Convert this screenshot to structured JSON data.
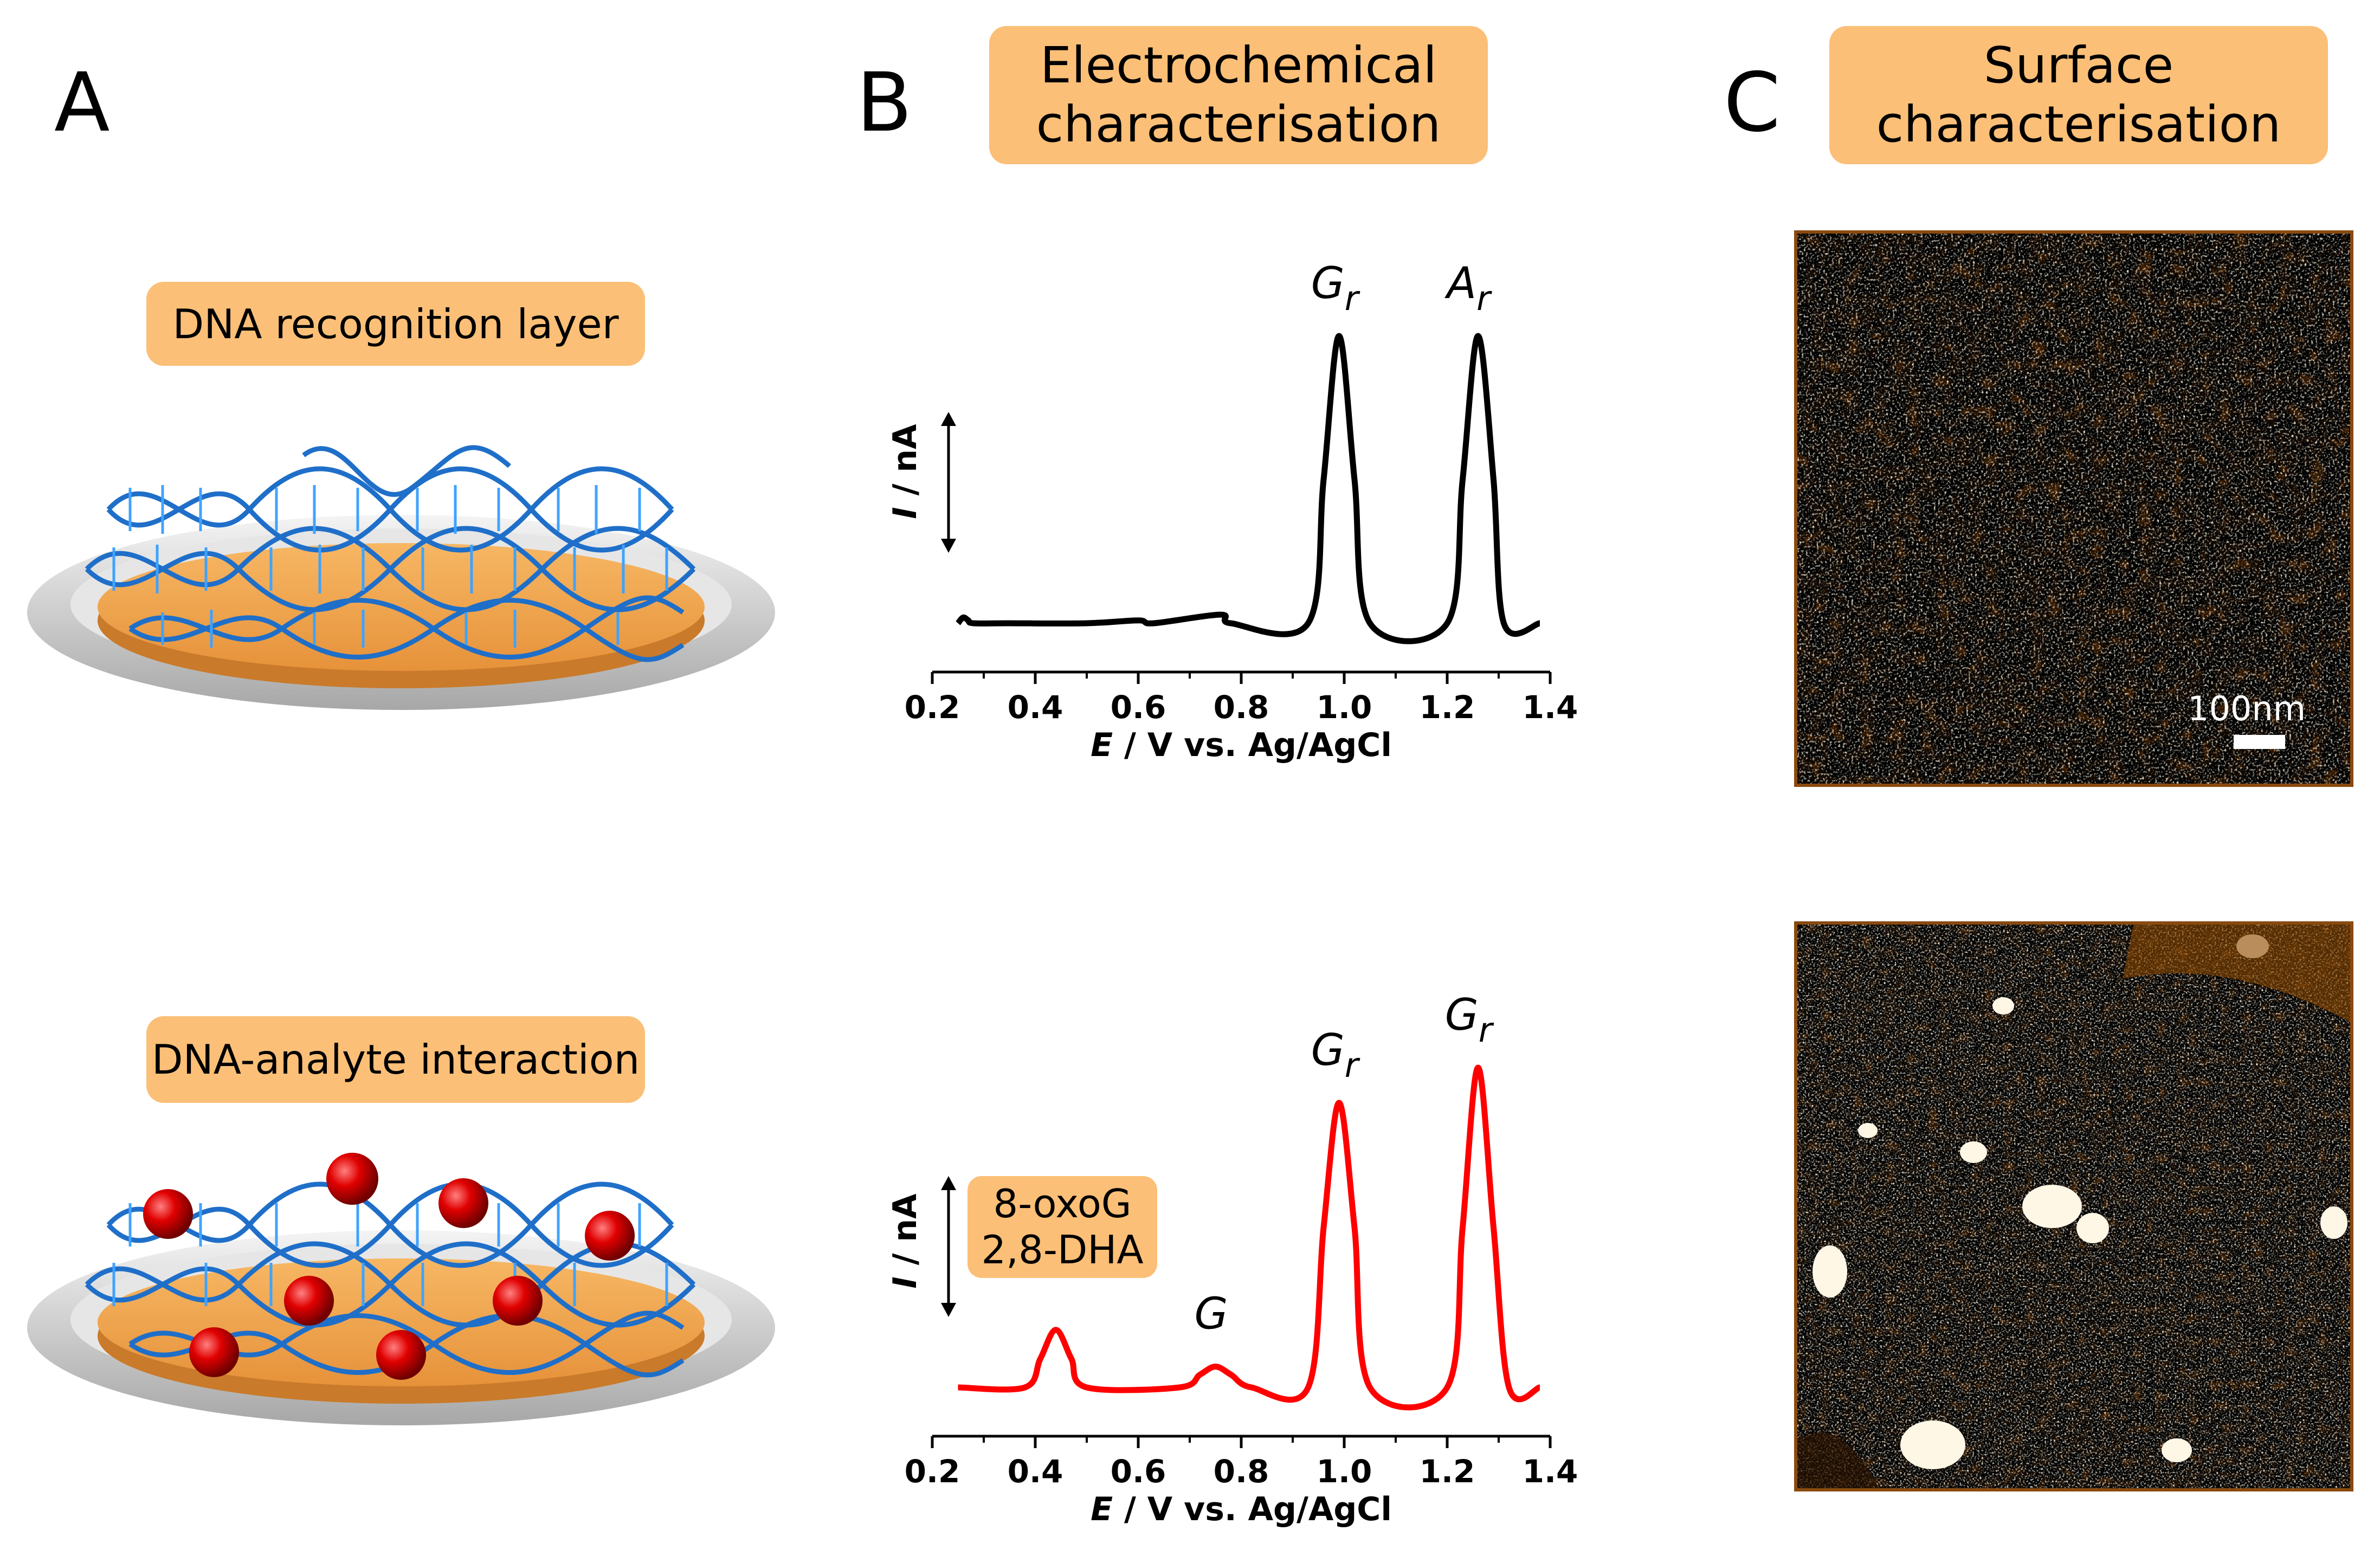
{
  "panels": {
    "a": "A",
    "b": "B",
    "c": "C"
  },
  "tags": {
    "recognition": "DNA recognition layer",
    "interaction": "DNA-analyte interaction",
    "electrochem": [
      "Electrochemical",
      "characterisation"
    ],
    "surface": [
      "Surface",
      "characterisation"
    ],
    "analyte": [
      "8-oxoG",
      "2,8-DHA"
    ]
  },
  "afm": {
    "scale_label": "100nm"
  },
  "colors": {
    "tag": "#fbbf77",
    "trace_top": "#000000",
    "trace_bottom": "#ff0000",
    "dna": "#1f6fc9",
    "analyte": "#d30000",
    "electrode": "#f3a850",
    "ring": "#c9c9c9"
  },
  "chart_data": [
    {
      "type": "line",
      "xlabel_italic": "E",
      "xlabel_rest": " / V vs. Ag/AgCl",
      "ylabel_italic": "I",
      "ylabel_rest": " / nA",
      "xlim": [
        0.2,
        1.4
      ],
      "xticks": [
        "0.2",
        "0.4",
        "0.6",
        "0.8",
        "1.0",
        "1.2",
        "1.4"
      ],
      "peak_labels": [
        {
          "base": "G",
          "sub": "r",
          "x": 0.99
        },
        {
          "base": "A",
          "sub": "r",
          "x": 1.25
        }
      ],
      "series": [
        {
          "color": "#000000",
          "x": [
            0.25,
            0.26,
            0.27,
            0.28,
            0.35,
            0.5,
            0.6,
            0.63,
            0.76,
            0.78,
            0.93,
            0.96,
            0.99,
            1.02,
            1.05,
            1.2,
            1.23,
            1.26,
            1.29,
            1.31,
            1.38
          ],
          "y": [
            0,
            0.02,
            0.01,
            0,
            0,
            0,
            0.01,
            0,
            0.03,
            0,
            0,
            0.5,
            1.0,
            0.5,
            0,
            0,
            0.5,
            1.0,
            0.5,
            0,
            0
          ]
        }
      ]
    },
    {
      "type": "line",
      "xlabel_italic": "E",
      "xlabel_rest": " / V vs. Ag/AgCl",
      "ylabel_italic": "I",
      "ylabel_rest": " / nA",
      "xlim": [
        0.2,
        1.4
      ],
      "xticks": [
        "0.2",
        "0.4",
        "0.6",
        "0.8",
        "1.0",
        "1.2",
        "1.4"
      ],
      "peak_labels": [
        {
          "base": "G",
          "sub": "",
          "x": 0.75
        },
        {
          "base": "G",
          "sub": "r",
          "x": 0.99
        },
        {
          "base": "G",
          "sub": "r",
          "x": 1.25
        }
      ],
      "series": [
        {
          "color": "#ff0000",
          "x": [
            0.25,
            0.38,
            0.41,
            0.44,
            0.47,
            0.5,
            0.68,
            0.72,
            0.75,
            0.78,
            0.82,
            0.93,
            0.96,
            0.99,
            1.02,
            1.05,
            1.2,
            1.23,
            1.26,
            1.29,
            1.32,
            1.38
          ],
          "y": [
            0,
            0,
            0.09,
            0.18,
            0.09,
            0,
            0,
            0.04,
            0.065,
            0.04,
            0,
            0,
            0.5,
            0.89,
            0.5,
            0,
            0,
            0.5,
            1.0,
            0.5,
            0,
            0
          ]
        }
      ]
    }
  ]
}
